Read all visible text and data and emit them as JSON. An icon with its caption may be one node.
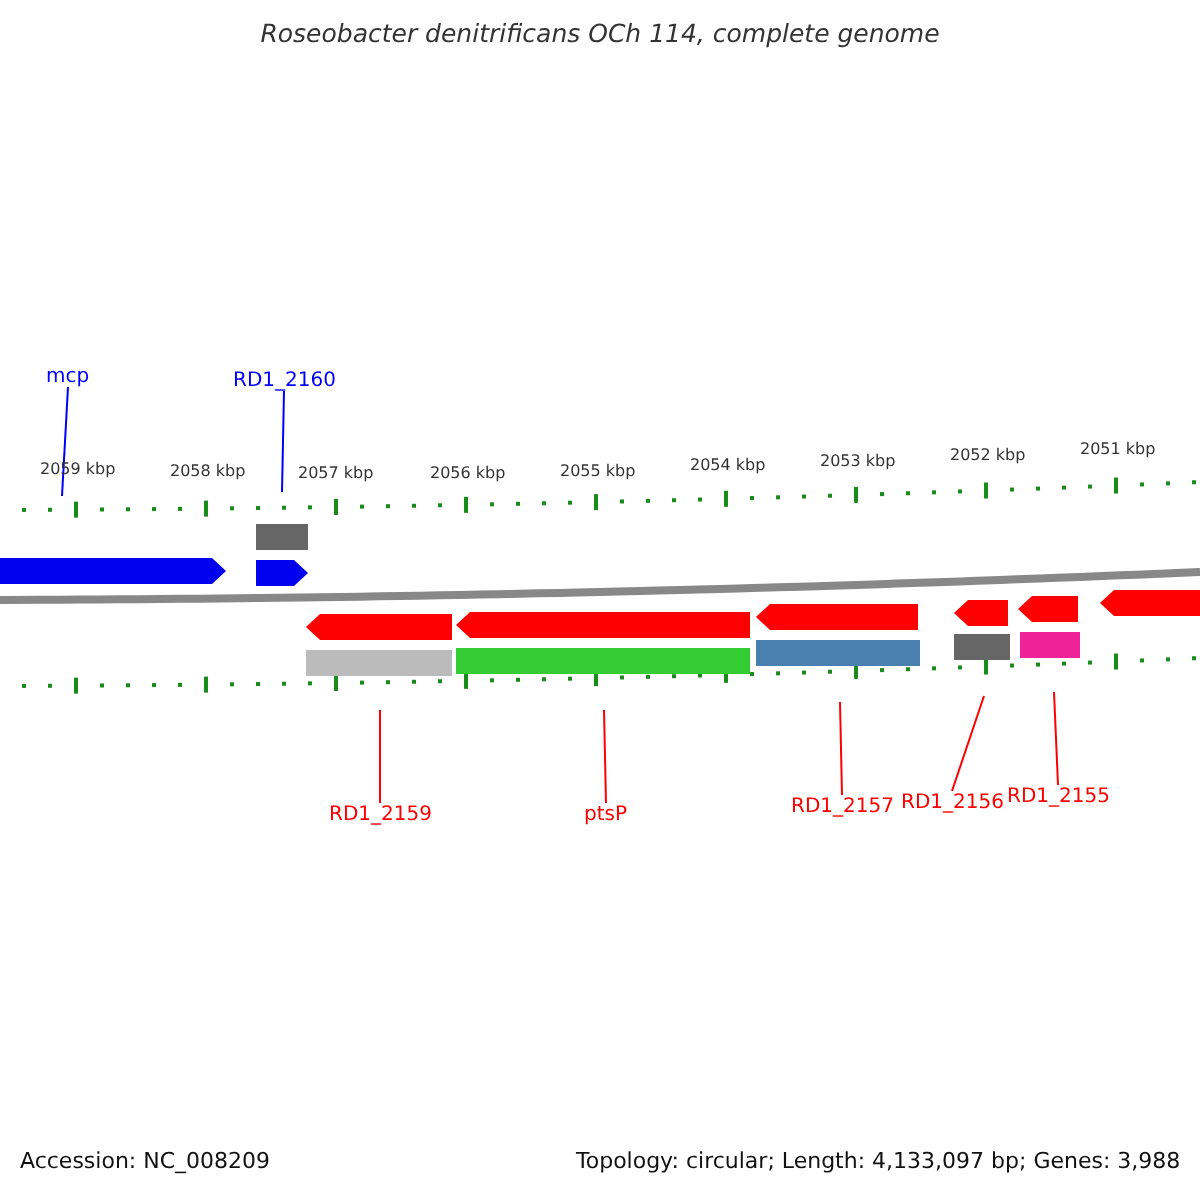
{
  "diagram": {
    "title": "Roseobacter denitrificans OCh 114, complete genome",
    "nodes": [
      {
        "text": [
          "mcp"
        ]
      },
      {
        "text": [
          "RD1_2160"
        ]
      },
      {
        "text": [
          "RD1_2159"
        ]
      },
      {
        "text": [
          "ptsP"
        ]
      },
      {
        "text": [
          "RD1_2157"
        ]
      },
      {
        "text": [
          "RD1_2156"
        ]
      },
      {
        "text": [
          "RD1_2155"
        ]
      }
    ],
    "edges": [
      {
        "from": 0,
        "to": null,
        "arrow": "none",
        "color": "#0000ff"
      },
      {
        "from": 1,
        "to": null,
        "arrow": "none",
        "color": "#0000ff"
      },
      {
        "from": 2,
        "to": null,
        "arrow": "none"
      },
      {
        "from": 3,
        "to": null,
        "arrow": "none"
      },
      {
        "from": 4,
        "to": null,
        "arrow": "none"
      },
      {
        "from": 5,
        "to": null,
        "arrow": "none"
      },
      {
        "from": 6,
        "to": null,
        "arrow": "none"
      }
    ],
    "labels": [
      "2059 kbp",
      "2058 kbp",
      "2057 kbp",
      "2056 kbp",
      "2055 kbp",
      "2054 kbp",
      "2053 kbp",
      "2052 kbp",
      "2051 kbp",
      "Accession: NC_008209",
      "Topology: circular; Length: 4,133,097 bp; Genes: 3,988"
    ]
  }
}
